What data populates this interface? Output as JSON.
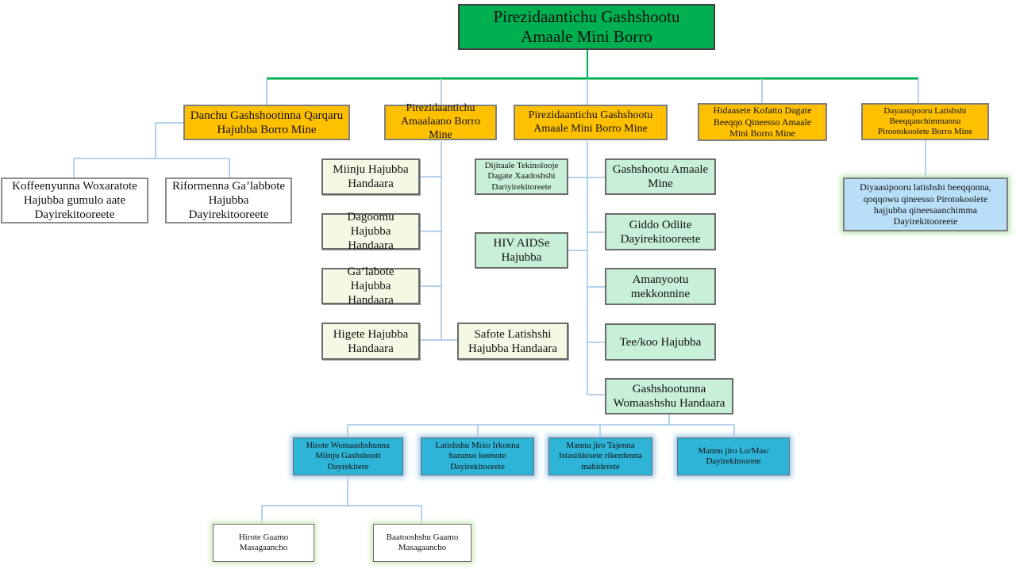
{
  "chart": {
    "root": "Pirezidaantichu Gashshootu\nAmaale Mini Borro",
    "level1": [
      "Danchu Gashshootinna Qarqaru\nHajubba Borro Mine",
      "Pirezidaantichu\nAmaalaano Borro Mine",
      "Pirezidaantichu Gashshootu\nAmaale Mini Borro Mine",
      "Hidaasete Kofatto Dagate\nBeeqqo Qineesso Amaale\nMini Borro Mine",
      "Dayaasipooru Latishshi\nBeeqqanchimmanna\nPirootokoolete Borro Mine"
    ],
    "group1_children": [
      "Koffeenyunna Woxaratote\nHajubba gumulo aate\nDayirekitooreete",
      "Riformenna Ga’labbote\nHajubba Dayirekitooreete"
    ],
    "group2_children": [
      "Miinju Hajubba\nHandaara",
      "Dagoomu Hajubba\nHandaara",
      "Ga’labote Hajubba\nHandaara",
      "Higete Hajubba\nHandaara",
      "Safote Latishshi\nHajubba Handaara"
    ],
    "group3_left": [
      "Dijitaale Tekinolooje\nDagate Xaadoshshi\nDariyirekitoreete",
      "HIV AIDSe\nHajubba"
    ],
    "group3_right": [
      "Gashshootu Amaale\nMine",
      "Giddo Odiite\nDayirekitooreete",
      "Amanyootu\nmekkonnine",
      "Tee/koo Hajubba",
      "Gashshootunna\nWomaashshu Handaara"
    ],
    "group5_children": [
      "Diyaasipooru latishshi  beeqqonna,\nqoqqowu qineesso  Pirotokoolete\nhajjubba qineesaanchimma\nDayirekitooreete"
    ],
    "group3_sub": [
      "Hirote Womaashshunna\nMiinju Gashshooti\nDayrekitere",
      "Latishshu Mixo Irkonna\nharunso keenote\nDayirekitoorete",
      "Mannu jiro Tajenna\nIstasitikisete rikerdenna\nmahiderete",
      "Mannu jiro Lo/Mas/\nDayirekitoorete"
    ],
    "group3_sub_children": [
      "Hirote Gaamo\nMasagaancho",
      "Baatooshshu Gaamo\nMasagaancho"
    ]
  },
  "colors": {
    "top_line": "#00b050",
    "connector": "#9cc3e6"
  }
}
